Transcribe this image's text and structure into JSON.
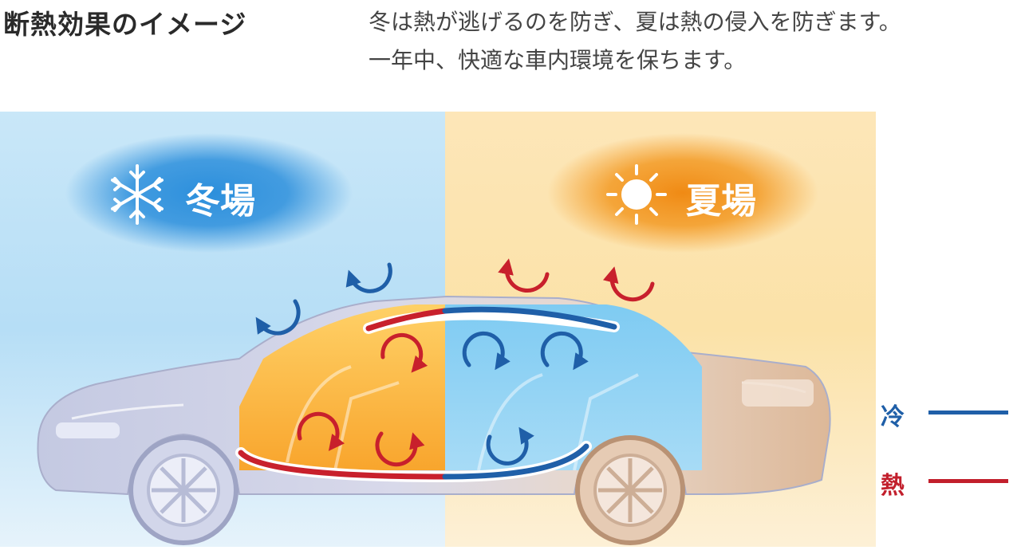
{
  "header": {
    "title": "断熱効果のイメージ",
    "description_line1": "冬は熱が逃げるのを防ぎ、夏は熱の侵入を防ぎます。",
    "description_line2": "一年中、快適な車内環境を保ちます。"
  },
  "diagram": {
    "winter": {
      "label": "冬場",
      "icon": "snowflake-icon",
      "color": "#1f7fd0"
    },
    "summer": {
      "label": "夏場",
      "icon": "sun-icon",
      "color": "#f19a22"
    },
    "legend": [
      {
        "label": "冷",
        "color": "#1f5fa8"
      },
      {
        "label": "熱",
        "color": "#c21f2c"
      }
    ]
  }
}
